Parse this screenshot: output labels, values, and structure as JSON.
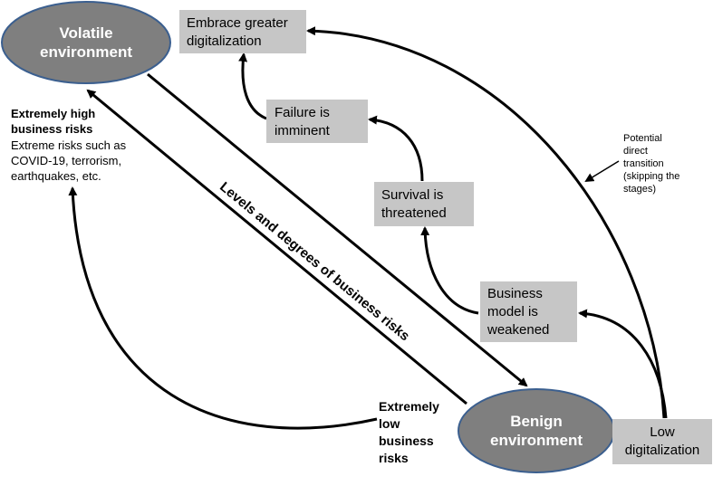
{
  "nodes": {
    "volatile": "Volatile\nenvironment",
    "benign": "Benign\nenvironment",
    "embrace": "Embrace greater\ndigitalization",
    "failure": "Failure is\nimminent",
    "survival": "Survival is\nthreatened",
    "business_model": "Business\nmodel is\nweakened",
    "low_digital": "Low\ndigitalization"
  },
  "annotations": {
    "high_risk_title": "Extremely high\nbusiness risks",
    "high_risk_text": "Extreme risks such as\nCOVID-19, terrorism,\nearthquakes, etc.",
    "low_risk": "Extremely\nlow\nbusiness\nrisks",
    "diagonal": "Levels and degrees of business risks",
    "potential": "Potential\ndirect\ntransition\n(skipping the\nstages)"
  },
  "colors": {
    "ellipse_fill": "#7f7f7f",
    "ellipse_stroke": "#3b5f8f",
    "box_fill": "#c6c6c6"
  }
}
